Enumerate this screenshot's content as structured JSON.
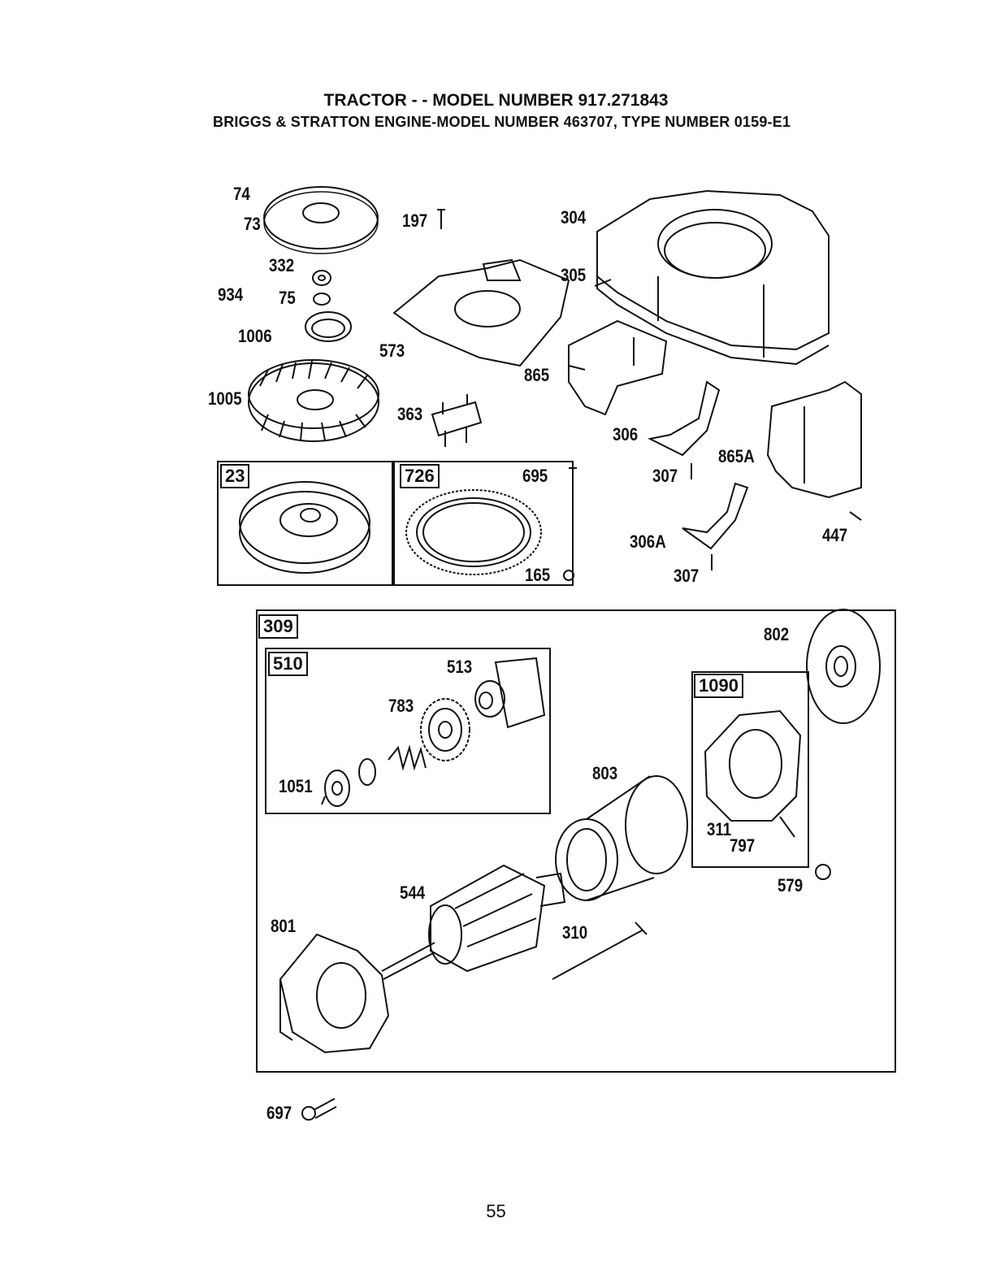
{
  "header": {
    "line1": "TRACTOR - - MODEL NUMBER 917.271843",
    "line2": "BRIGGS & STRATTON ENGINE-MODEL NUMBER 463707, TYPE NUMBER 0159-E1"
  },
  "parts": {
    "p74": "74",
    "p73": "73",
    "p332": "332",
    "p934": "934",
    "p75": "75",
    "p1006": "1006",
    "p1005": "1005",
    "p197": "197",
    "p573": "573",
    "p363": "363",
    "p304": "304",
    "p305": "305",
    "p865": "865",
    "p306": "306",
    "p307a": "307",
    "p865A": "865A",
    "p306A": "306A",
    "p307b": "307",
    "p447": "447",
    "p695": "695",
    "p165": "165",
    "p802": "802",
    "p513": "513",
    "p783": "783",
    "p1051": "1051",
    "p803": "803",
    "p311": "311",
    "p797": "797",
    "p579": "579",
    "p544": "544",
    "p801": "801",
    "p310": "310",
    "p697": "697"
  },
  "boxes": {
    "b23": "23",
    "b726": "726",
    "b309": "309",
    "b510": "510",
    "b1090": "1090"
  },
  "page_number": "55"
}
